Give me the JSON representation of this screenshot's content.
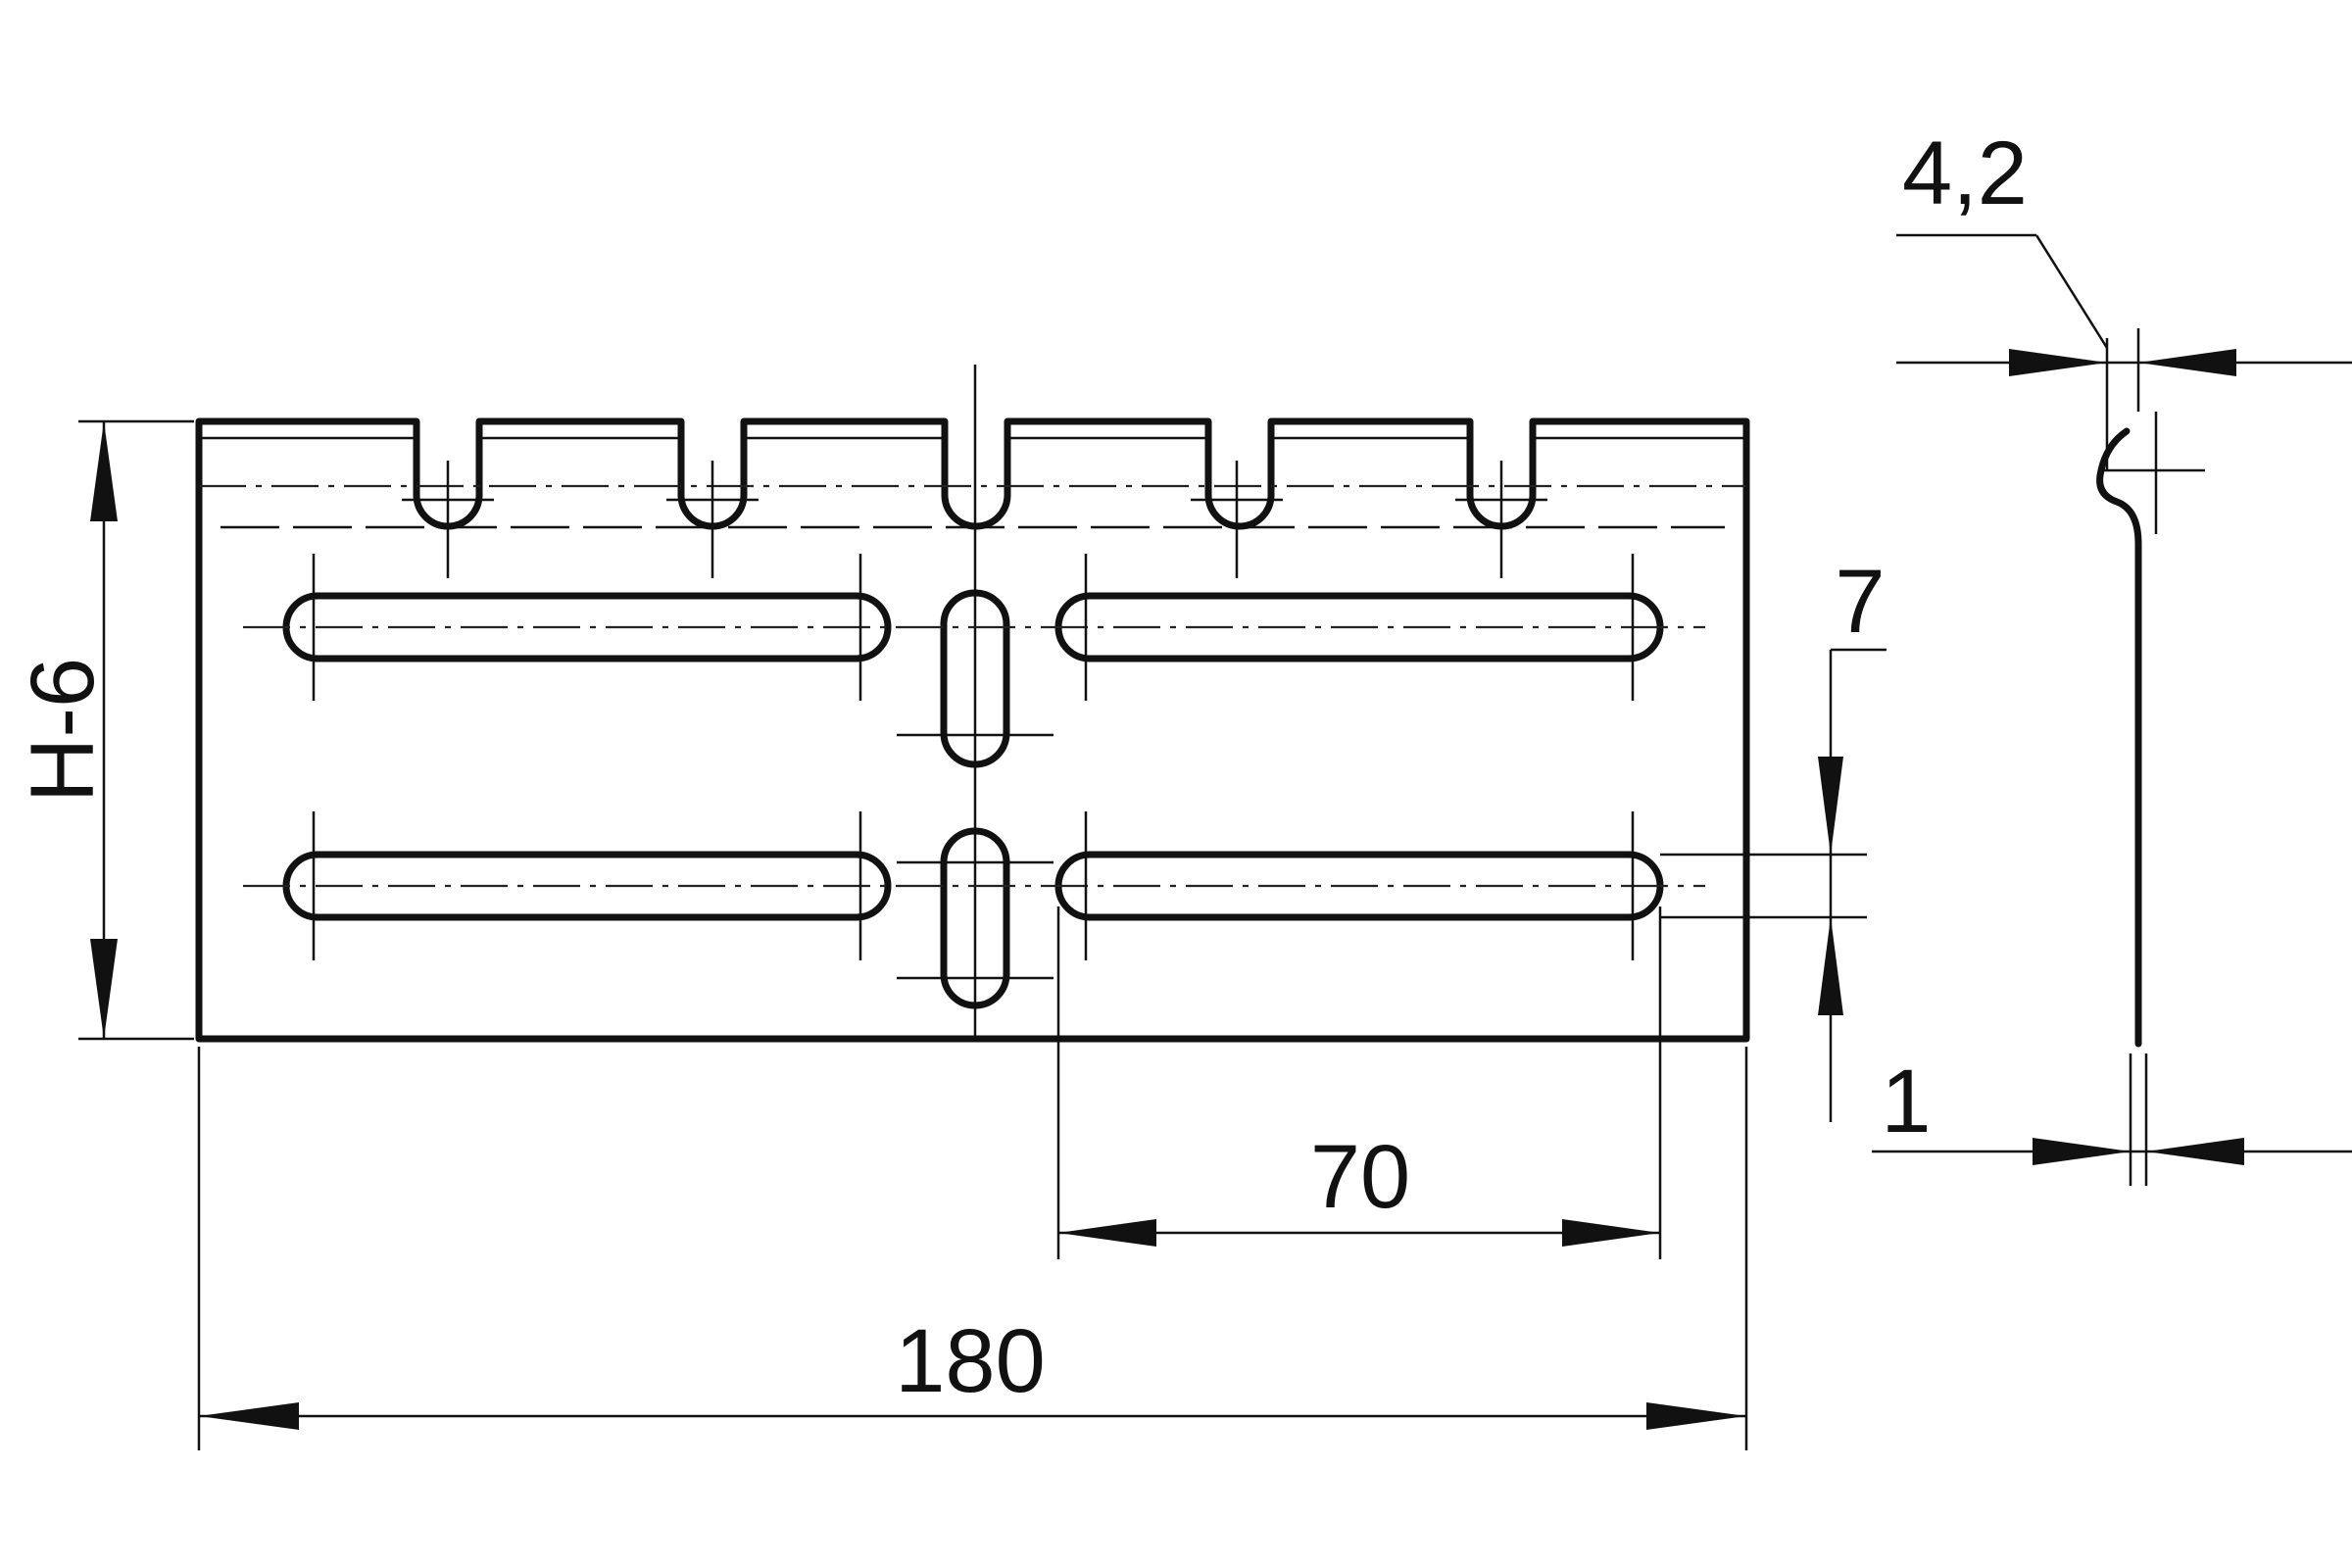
{
  "dimensions": {
    "total_length": "180",
    "slot_pitch": "70",
    "slot_width": "7",
    "height": "H-6",
    "hook_offset": "4,2",
    "thickness": "1"
  }
}
